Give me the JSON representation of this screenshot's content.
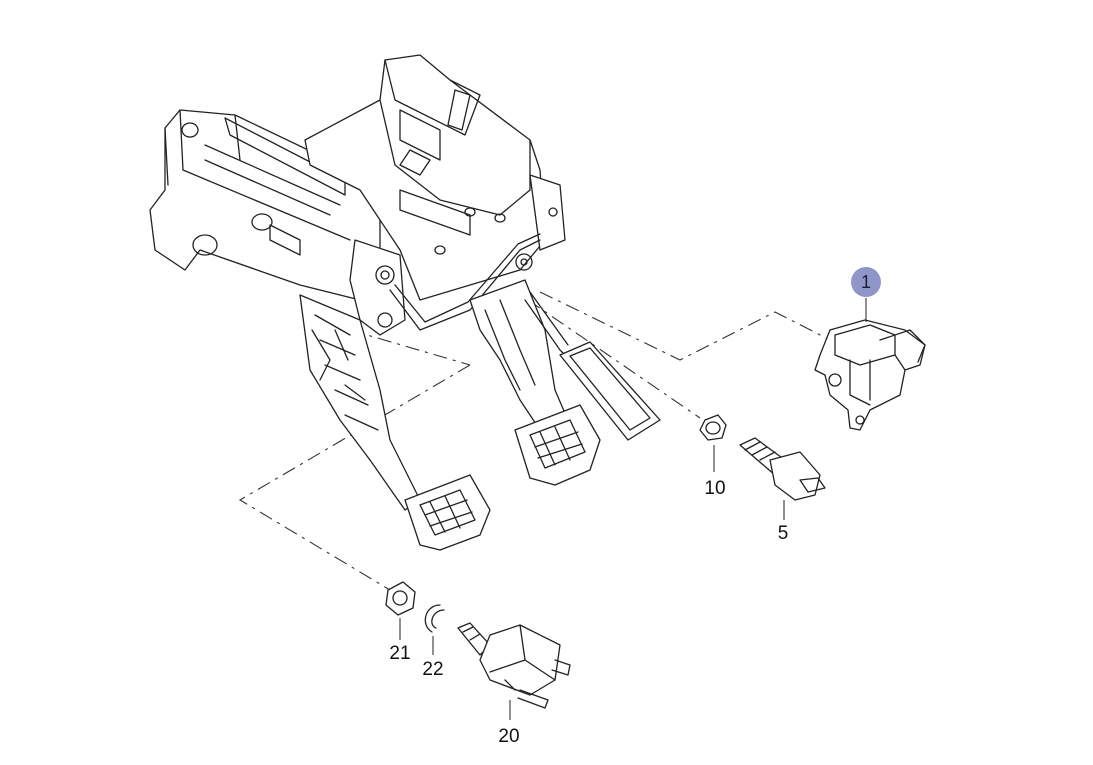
{
  "diagram": {
    "part_labels": {
      "p1": "1",
      "p5": "5",
      "p10": "10",
      "p20": "20",
      "p21": "21",
      "p22": "22"
    },
    "highlight_color": "#8e97c8"
  }
}
